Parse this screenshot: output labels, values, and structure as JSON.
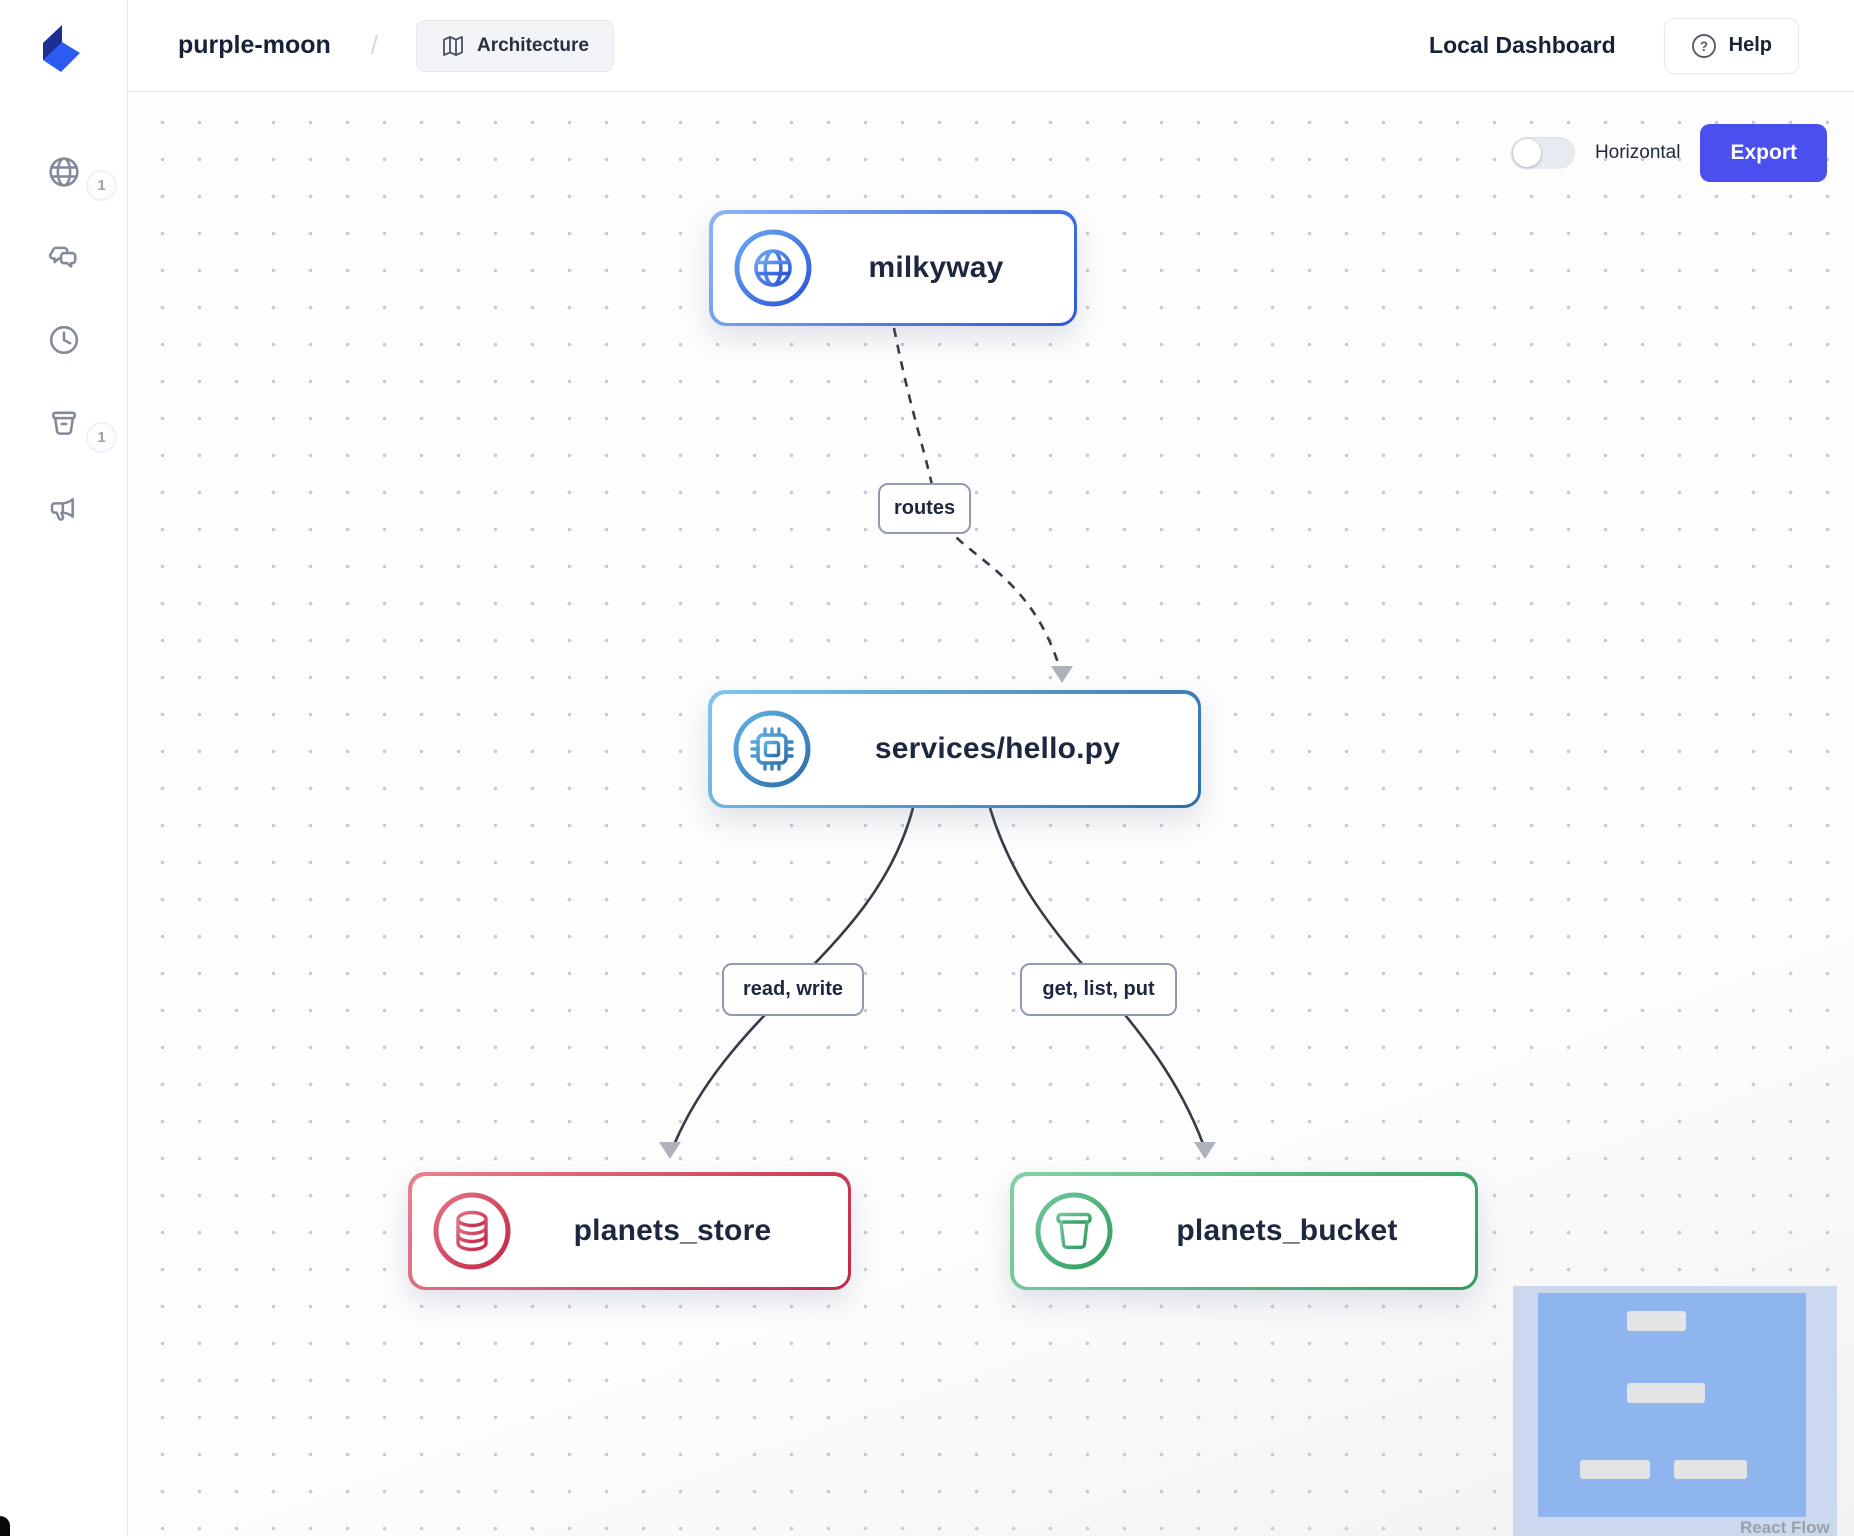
{
  "header": {
    "project_name": "purple-moon",
    "breadcrumb_separator": "/",
    "architecture_tab": {
      "icon": "map-icon",
      "label": "Architecture"
    },
    "dashboard_title": "Local Dashboard",
    "help_button": {
      "icon": "question-circle-icon",
      "label": "Help"
    }
  },
  "sidebar": {
    "items": [
      {
        "name": "apis",
        "icon": "globe-icon",
        "badge": "1"
      },
      {
        "name": "websockets",
        "icon": "chat-icon",
        "badge": null
      },
      {
        "name": "schedules",
        "icon": "clock-icon",
        "badge": null
      },
      {
        "name": "storage",
        "icon": "bucket-icon",
        "badge": "1"
      },
      {
        "name": "topics",
        "icon": "megaphone-icon",
        "badge": null
      }
    ]
  },
  "toolbar": {
    "orientation_label": "Horizontal",
    "orientation_on": false,
    "export_label": "Export"
  },
  "diagram": {
    "nodes": [
      {
        "id": "milkyway",
        "label": "milkyway",
        "icon": "globe-icon",
        "accent": "#2b58dd"
      },
      {
        "id": "services-hello",
        "label": "services/hello.py",
        "icon": "cpu-icon",
        "accent": "#2d6da8"
      },
      {
        "id": "planets-store",
        "label": "planets_store",
        "icon": "database-icon",
        "accent": "#c22844"
      },
      {
        "id": "planets-bucket",
        "label": "planets_bucket",
        "icon": "bucket-icon",
        "accent": "#2e9d5b"
      }
    ],
    "edges": [
      {
        "from": "milkyway",
        "to": "services-hello",
        "label": "routes",
        "style": "dashed"
      },
      {
        "from": "services-hello",
        "to": "planets-store",
        "label": "read, write",
        "style": "solid"
      },
      {
        "from": "services-hello",
        "to": "planets-bucket",
        "label": "get, list, put",
        "style": "solid"
      }
    ],
    "attribution": "React Flow"
  },
  "colors": {
    "export_button": "#4a4fee",
    "edge_stroke": "#343c48",
    "minimap_viewport": "#8fb5ee"
  }
}
